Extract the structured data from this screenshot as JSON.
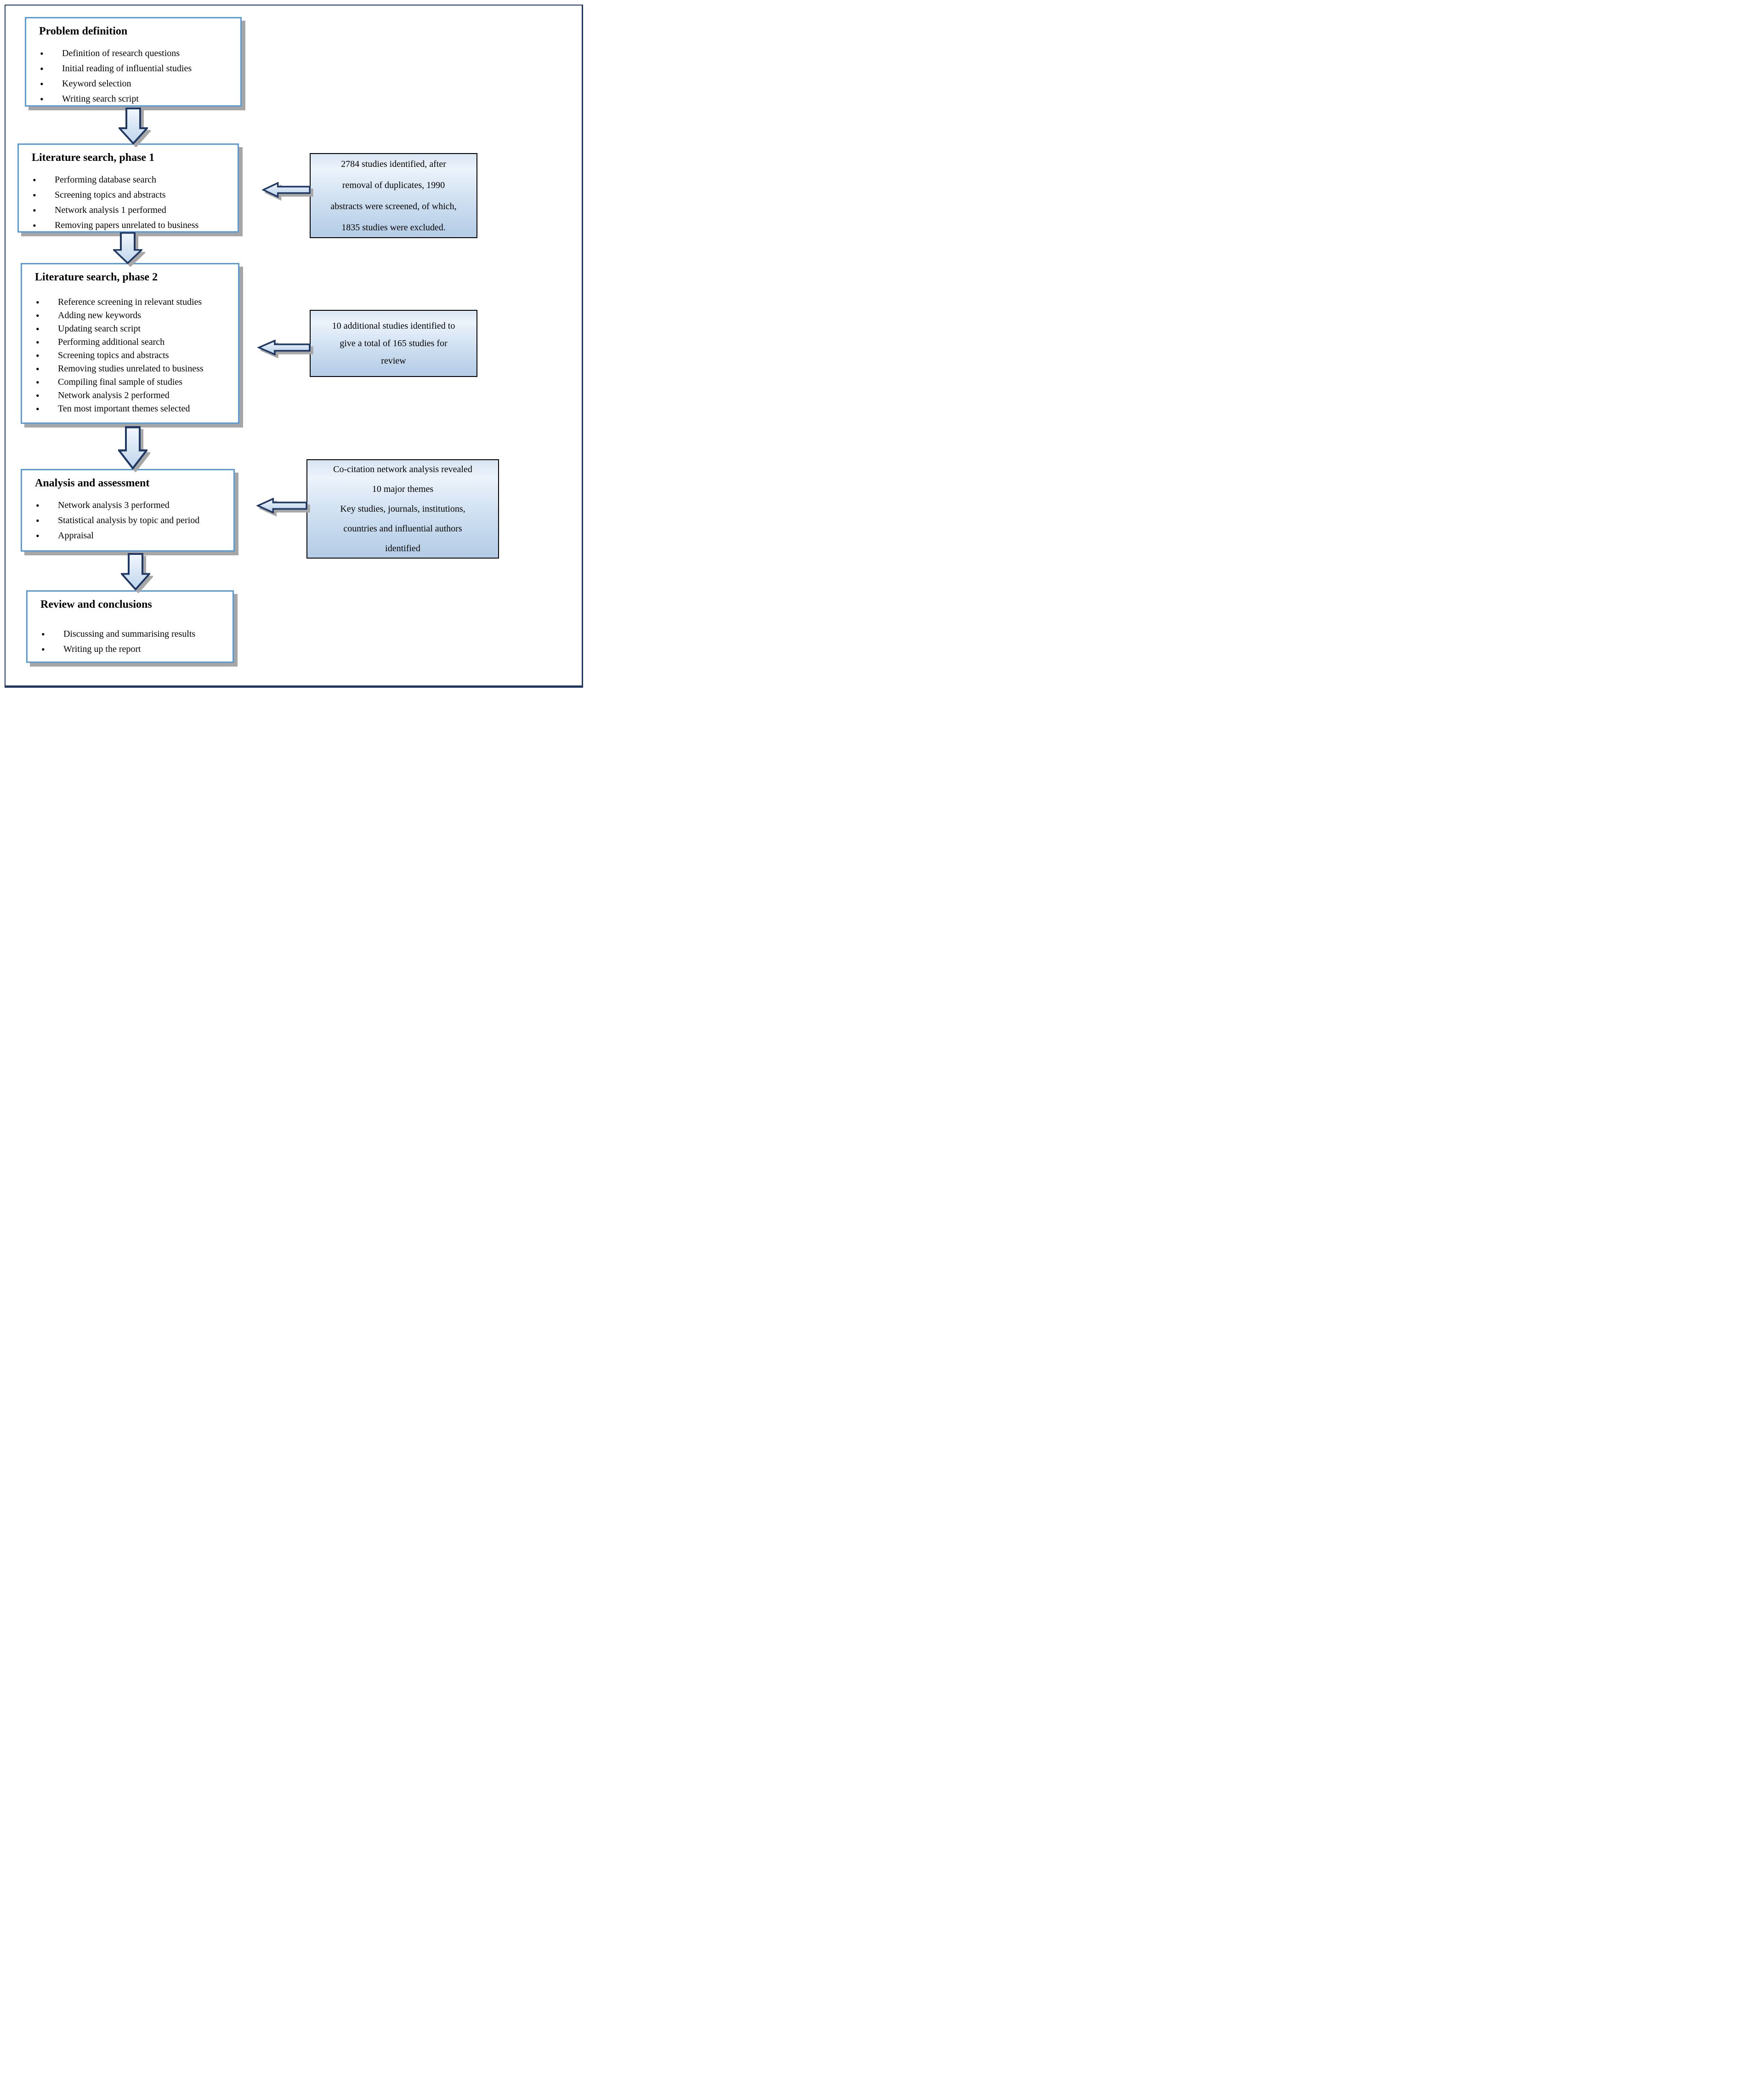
{
  "diagram": {
    "flow_boxes": [
      {
        "title": "Problem definition",
        "bullets": [
          "Definition of research questions",
          "Initial reading of influential studies",
          "Keyword selection",
          "Writing search script"
        ]
      },
      {
        "title": "Literature search, phase 1",
        "bullets": [
          "Performing database search",
          "Screening topics and abstracts",
          "Network analysis 1 performed",
          "Removing papers unrelated to business"
        ]
      },
      {
        "title": "Literature search, phase 2",
        "bullets": [
          "Reference screening in relevant studies",
          "Adding new keywords",
          "Updating search script",
          "Performing additional search",
          "Screening topics and abstracts",
          "Removing studies unrelated to business",
          "Compiling final sample of studies",
          "Network analysis 2 performed",
          "Ten most important themes selected"
        ]
      },
      {
        "title": "Analysis and assessment",
        "bullets": [
          "Network analysis 3 performed",
          "Statistical analysis by topic and period",
          "Appraisal"
        ]
      },
      {
        "title": "Review and conclusions",
        "bullets": [
          "Discussing and summarising results",
          "Writing up the report"
        ]
      }
    ],
    "side_boxes": [
      {
        "lines": [
          "2784 studies identified, after",
          "removal of duplicates, 1990",
          "abstracts were screened, of which,",
          "1835 studies were excluded."
        ]
      },
      {
        "lines": [
          "10 additional studies identified to",
          "give a total of 165 studies for",
          "review"
        ]
      },
      {
        "lines": [
          "Co-citation network analysis revealed",
          "10 major themes",
          "Key studies, journals, institutions,",
          "countries and influential authors",
          "identified"
        ]
      }
    ],
    "colors": {
      "flow_box_border": "#5b9bd5",
      "outer_frame": "#1f3864",
      "arrow_border": "#1f3864",
      "arrow_fill_top": "#f2f7fd",
      "arrow_fill_bottom": "#bed5ec",
      "side_box_border": "#000000",
      "side_box_fill_top": "#ecf3fb",
      "side_box_fill_bottom": "#b4cce6",
      "shadow": "#a6a6a6",
      "text": "#000000"
    }
  }
}
